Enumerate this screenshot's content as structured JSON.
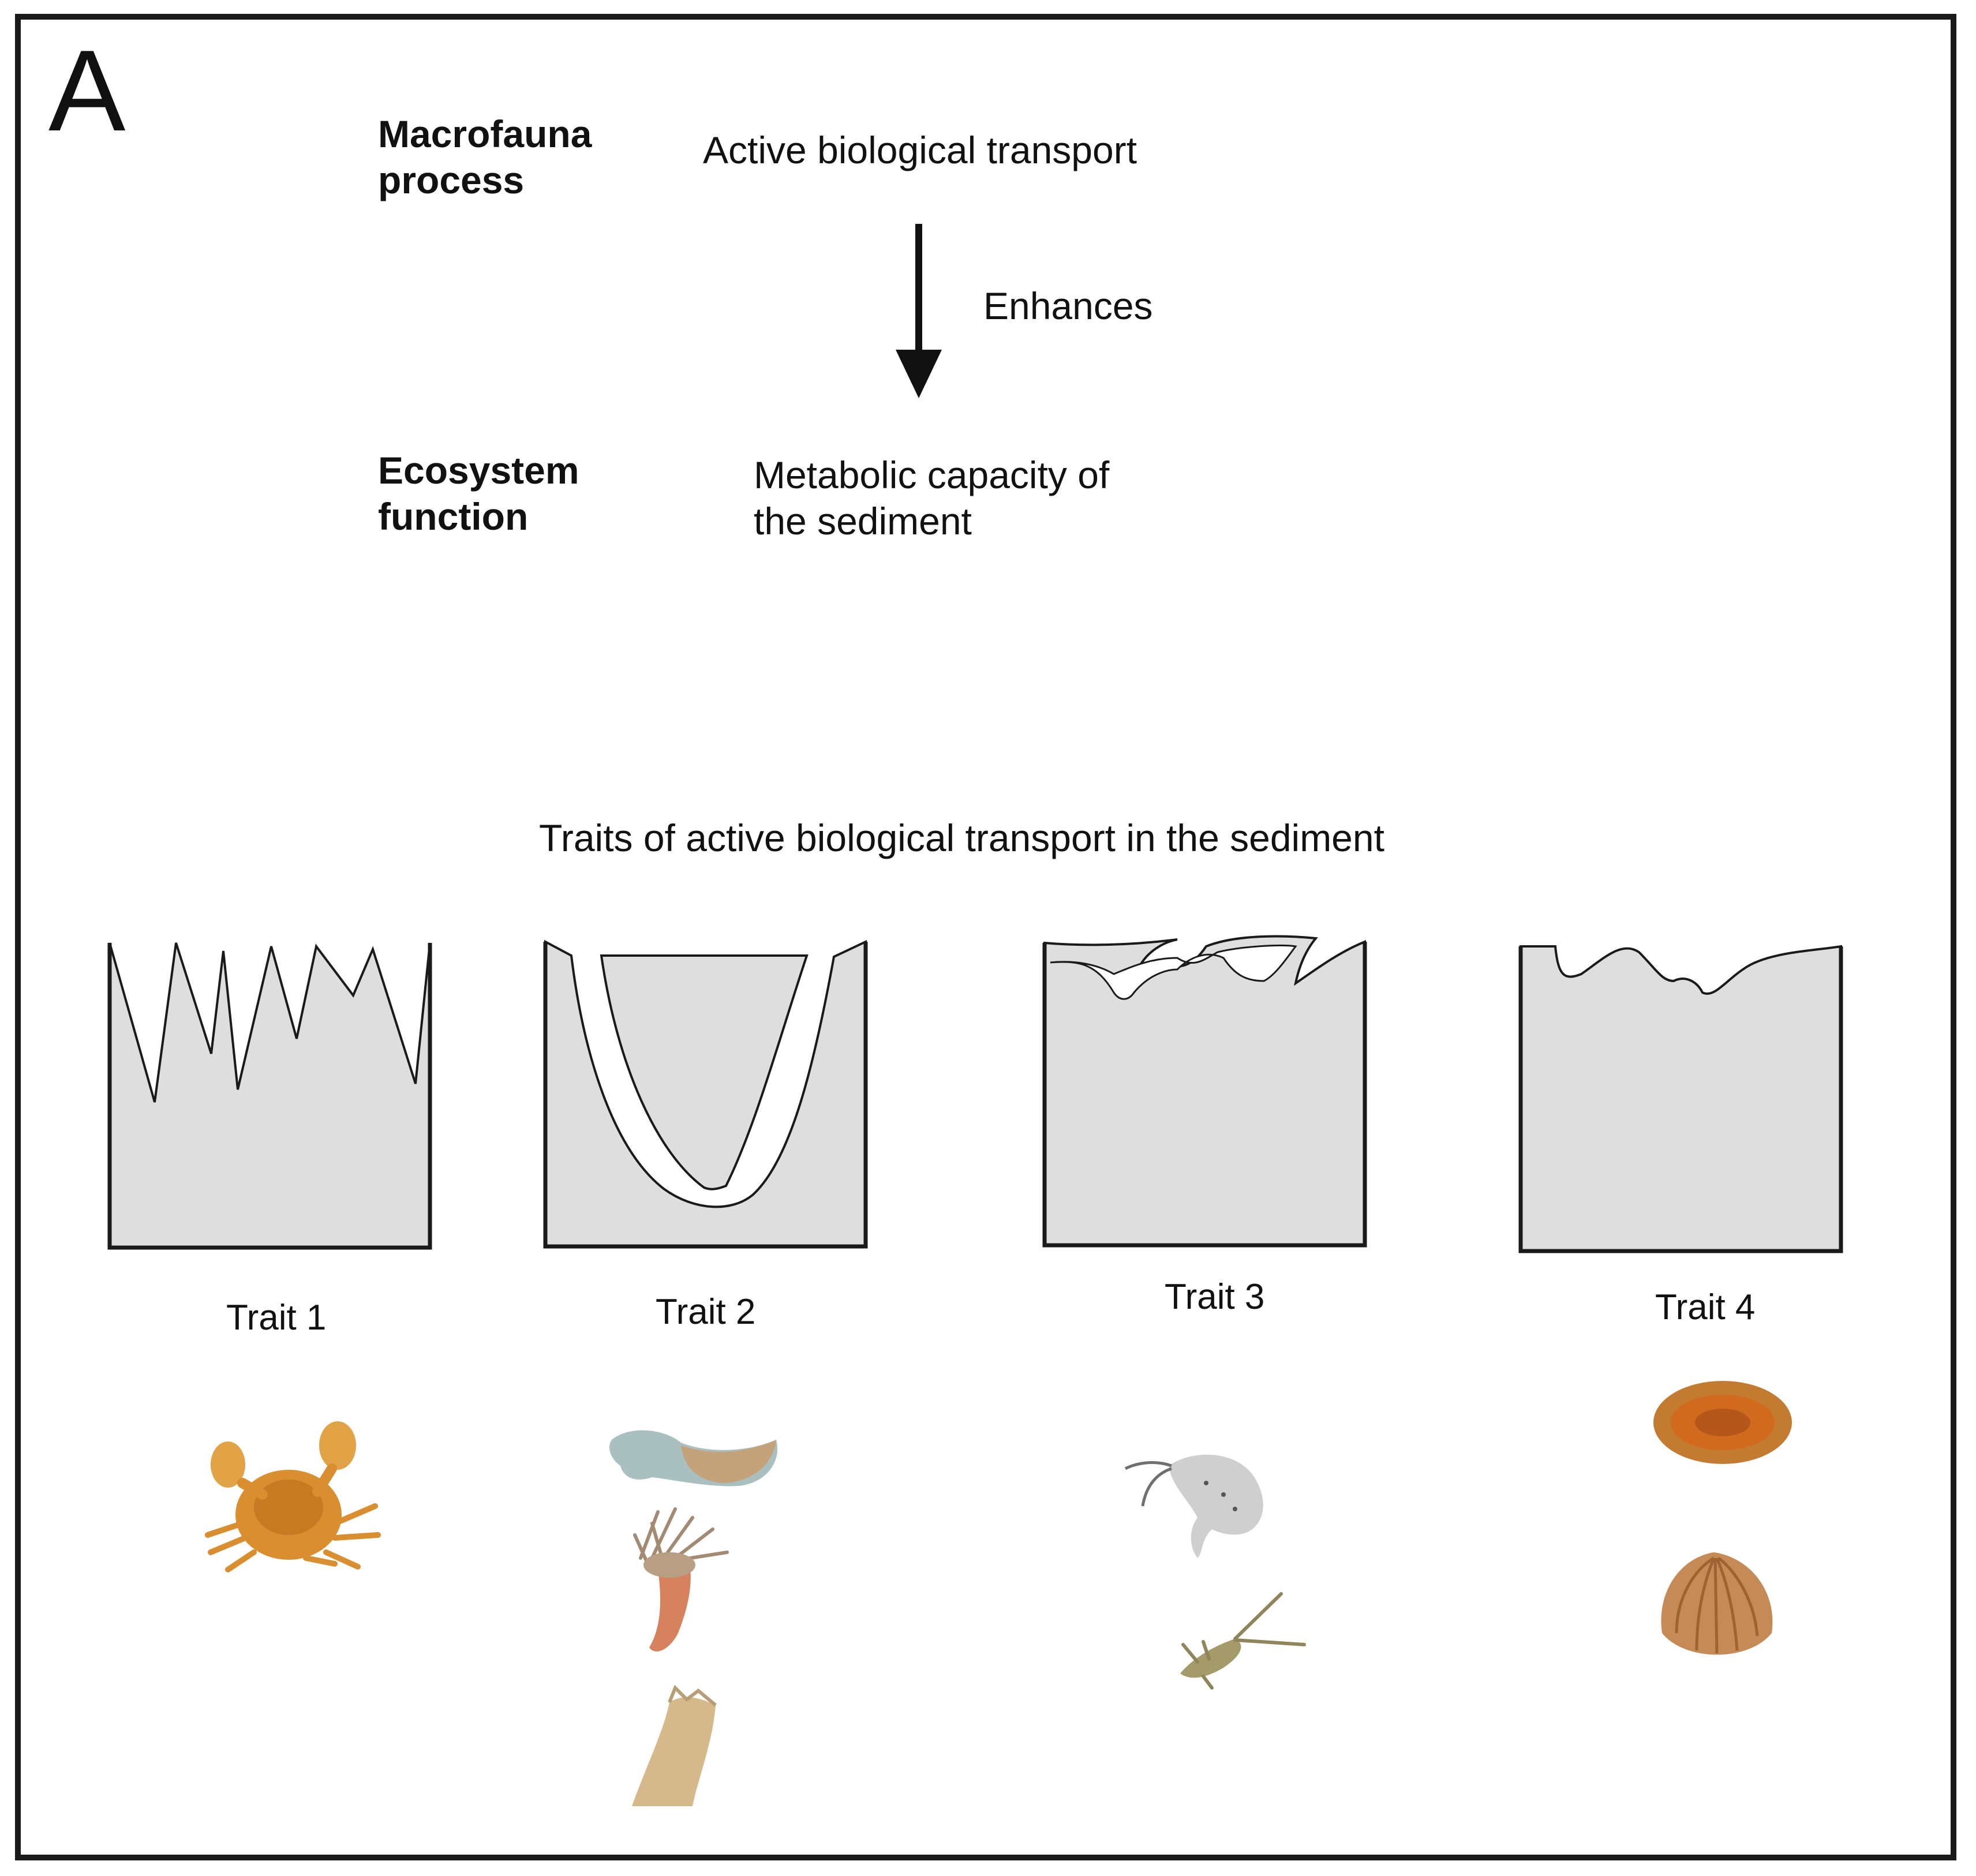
{
  "panel_letter": "A",
  "flow": {
    "process_label": "Macrofauna\nprocess",
    "process_value": "Active biological transport",
    "relation": "Enhances",
    "function_label": "Ecosystem\nfunction",
    "function_value": "Metabolic capacity of\nthe sediment"
  },
  "traits_title": "Traits of active biological transport in the sediment",
  "traits": [
    {
      "label": "Trait 1",
      "organisms": [
        "crab"
      ]
    },
    {
      "label": "Trait 2",
      "organisms": [
        "polychaete-worm",
        "tube-worm",
        "worm-fragment"
      ]
    },
    {
      "label": "Trait 3",
      "organisms": [
        "amphipod",
        "isopod"
      ]
    },
    {
      "label": "Trait 4",
      "organisms": [
        "bivalve-top-view",
        "cockle-shell"
      ]
    }
  ],
  "colors": {
    "sediment": "#dedede",
    "outline": "#1a1a1a",
    "crab": "#d9902e",
    "worm": "#c9a77c",
    "shell": "#b76a2a"
  }
}
